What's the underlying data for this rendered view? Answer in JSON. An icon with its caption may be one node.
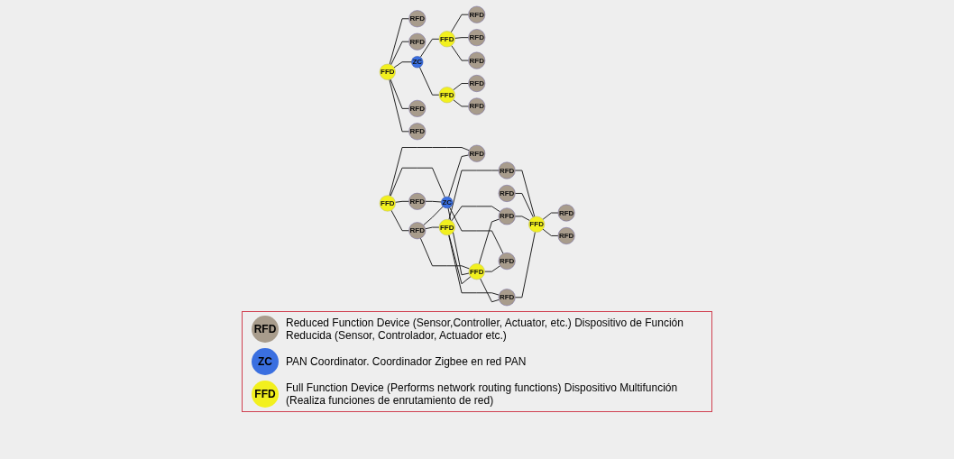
{
  "diagram": {
    "nodes": [
      {
        "text": [
          "RFD"
        ]
      },
      {
        "text": [
          "RFD"
        ]
      },
      {
        "text": [
          "FFD"
        ]
      },
      {
        "text": [
          "RFD"
        ]
      },
      {
        "text": [
          "RFD"
        ]
      },
      {
        "text": [
          "ZC"
        ]
      },
      {
        "text": [
          "FFD"
        ]
      },
      {
        "text": [
          "RFD"
        ]
      },
      {
        "text": [
          "RFD"
        ]
      },
      {
        "text": [
          "RFD"
        ]
      },
      {
        "text": [
          "FFD"
        ]
      },
      {
        "text": [
          "RFD"
        ]
      },
      {
        "text": [
          "RFD"
        ]
      },
      {
        "text": [
          "FFD"
        ]
      },
      {
        "text": [
          "RFD"
        ]
      },
      {
        "text": [
          "FFD"
        ]
      },
      {
        "text": [
          "RFD"
        ]
      },
      {
        "text": [
          "RFD"
        ]
      },
      {
        "text": [
          "ZC"
        ]
      },
      {
        "text": [
          "RFD"
        ]
      },
      {
        "text": [
          "RFD"
        ]
      },
      {
        "text": [
          "FFD"
        ]
      },
      {
        "text": [
          "RFD"
        ]
      },
      {
        "text": [
          "FFD"
        ]
      },
      {
        "text": [
          "RFD"
        ]
      },
      {
        "text": [
          "RFD"
        ]
      },
      {
        "text": [
          "RFD"
        ]
      },
      {
        "text": [
          "RFD"
        ]
      }
    ],
    "edges": [
      {
        "from": 2,
        "to": 0,
        "arrow": "none"
      },
      {
        "from": 2,
        "to": 1,
        "arrow": "none"
      },
      {
        "from": 2,
        "to": 7,
        "arrow": "none"
      },
      {
        "from": 2,
        "to": 9,
        "arrow": "none"
      },
      {
        "from": 2,
        "to": 5,
        "arrow": "none"
      },
      {
        "from": 5,
        "to": 6,
        "arrow": "none"
      },
      {
        "from": 6,
        "to": 3,
        "arrow": "none"
      },
      {
        "from": 6,
        "to": 4,
        "arrow": "none"
      },
      {
        "from": 6,
        "to": 8,
        "arrow": "none"
      },
      {
        "from": 5,
        "to": 10,
        "arrow": "none"
      },
      {
        "from": 10,
        "to": 11,
        "arrow": "none"
      },
      {
        "from": 10,
        "to": 12,
        "arrow": "none"
      },
      {
        "from": 13,
        "to": 17,
        "arrow": "none"
      },
      {
        "from": 13,
        "to": 14,
        "arrow": "none"
      },
      {
        "from": 13,
        "to": 18,
        "arrow": "none"
      },
      {
        "from": 13,
        "to": 20,
        "arrow": "none"
      },
      {
        "from": 17,
        "to": 18,
        "arrow": "none"
      },
      {
        "from": 14,
        "to": 18,
        "arrow": "none"
      },
      {
        "from": 14,
        "to": 15,
        "arrow": "none"
      },
      {
        "from": 14,
        "to": 21,
        "arrow": "none"
      },
      {
        "from": 18,
        "to": 20,
        "arrow": "none"
      },
      {
        "from": 18,
        "to": 21,
        "arrow": "none"
      },
      {
        "from": 18,
        "to": 24,
        "arrow": "none"
      },
      {
        "from": 15,
        "to": 16,
        "arrow": "none"
      },
      {
        "from": 15,
        "to": 21,
        "arrow": "none"
      },
      {
        "from": 15,
        "to": 25,
        "arrow": "none"
      },
      {
        "from": 15,
        "to": 22,
        "arrow": "none"
      },
      {
        "from": 16,
        "to": 23,
        "arrow": "none"
      },
      {
        "from": 19,
        "to": 23,
        "arrow": "none"
      },
      {
        "from": 21,
        "to": 22,
        "arrow": "none"
      },
      {
        "from": 21,
        "to": 24,
        "arrow": "none"
      },
      {
        "from": 21,
        "to": 25,
        "arrow": "none"
      },
      {
        "from": 22,
        "to": 23,
        "arrow": "none"
      },
      {
        "from": 25,
        "to": 23,
        "arrow": "none"
      },
      {
        "from": 23,
        "to": 27,
        "arrow": "none"
      },
      {
        "from": 23,
        "to": 26,
        "arrow": "none"
      }
    ],
    "labels": [
      "RFD",
      "ZC",
      "FFD"
    ],
    "legend": [
      {
        "text": "Reduced Function Device (Sensor,Controller, Actuator, etc.) Dispositivo de Función Reducida (Sensor, Controlador, Actuador etc.)",
        "color": "#a89c8c"
      },
      {
        "text": "PAN Coordinator. Coordinador Zigbee en red PAN",
        "color": "#3a6fe0"
      },
      {
        "text": "Full Function Device (Performs network routing functions) Dispositivo Multifunción (Realiza funciones de enrutamiento de red)",
        "color": "#f2f01e"
      }
    ]
  }
}
